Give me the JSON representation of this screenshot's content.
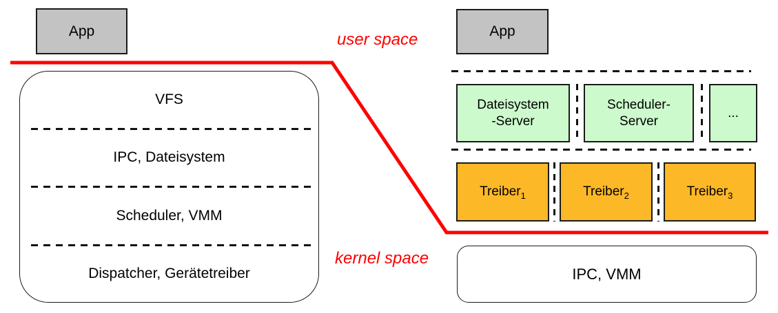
{
  "labels": {
    "user_space": "user space",
    "kernel_space": "kernel space"
  },
  "colors": {
    "app_fill": "#c3c3c3",
    "server_fill": "#ccfacc",
    "driver_fill": "#fcb826",
    "boundary_red": "#ff0000"
  },
  "left": {
    "app_label": "App",
    "kernel_layers": [
      "VFS",
      "IPC, Dateisystem",
      "Scheduler, VMM",
      "Dispatcher, Gerätetreiber"
    ]
  },
  "right": {
    "app_label": "App",
    "servers": [
      {
        "line1": "Dateisystem",
        "line2": "-Server"
      },
      {
        "line1": "Scheduler-",
        "line2": "Server"
      },
      {
        "line1": "...",
        "line2": ""
      }
    ],
    "drivers": [
      {
        "label": "Treiber",
        "sub": "1"
      },
      {
        "label": "Treiber",
        "sub": "2"
      },
      {
        "label": "Treiber",
        "sub": "3"
      }
    ],
    "kernel_label": "IPC, VMM"
  }
}
